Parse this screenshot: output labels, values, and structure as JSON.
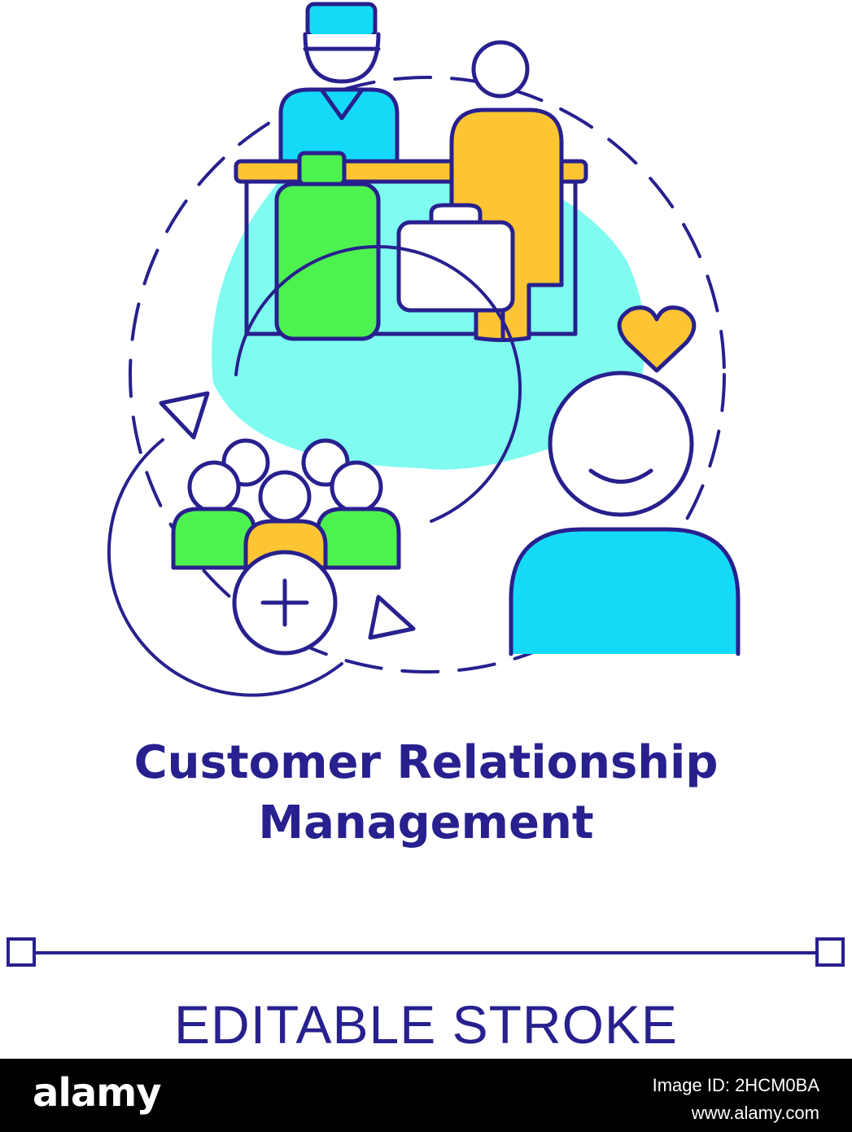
{
  "title": {
    "line1": "Customer Relationship",
    "line2": "Management"
  },
  "badge": "EDITABLE STROKE",
  "footer": {
    "logo": "alamy",
    "image_id_label": "Image ID: 2HCM0BA",
    "site": "www.alamy.com"
  },
  "colors": {
    "stroke": "#28208e",
    "cyan": "#7ffbf0",
    "blue": "#15daf7",
    "green": "#4ef24f",
    "yellow": "#fdc533",
    "white": "#ffffff"
  },
  "icons": [
    "receptionist-icon",
    "guest-icon",
    "suitcase-icon",
    "briefcase-icon",
    "heart-icon",
    "happy-customer-icon",
    "group-icon",
    "plus-icon",
    "cycle-arrow-icon"
  ]
}
